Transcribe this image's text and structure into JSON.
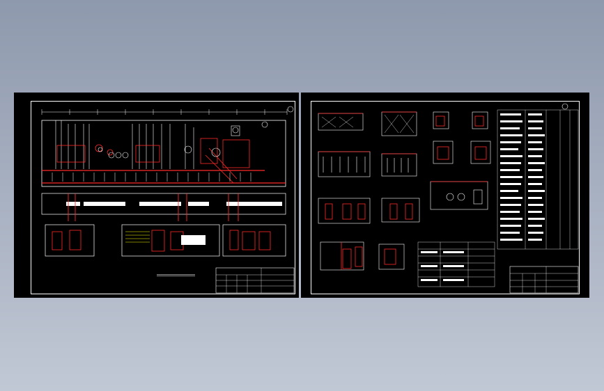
{
  "viewer": {
    "background_top": "#8e99ad",
    "background_bottom": "#c1c8d5"
  },
  "drawings": [
    {
      "id": "left-sheet",
      "kind": "floor-plan",
      "line_color": "#ffffff",
      "accent_color": "#ff2a2a",
      "stair_color": "#ffff00",
      "title_text": "",
      "title_block_label": ""
    },
    {
      "id": "right-sheet",
      "kind": "detail-sheet",
      "line_color": "#ffffff",
      "accent_color": "#ff2a2a",
      "title_text": "",
      "title_block_label": ""
    }
  ]
}
